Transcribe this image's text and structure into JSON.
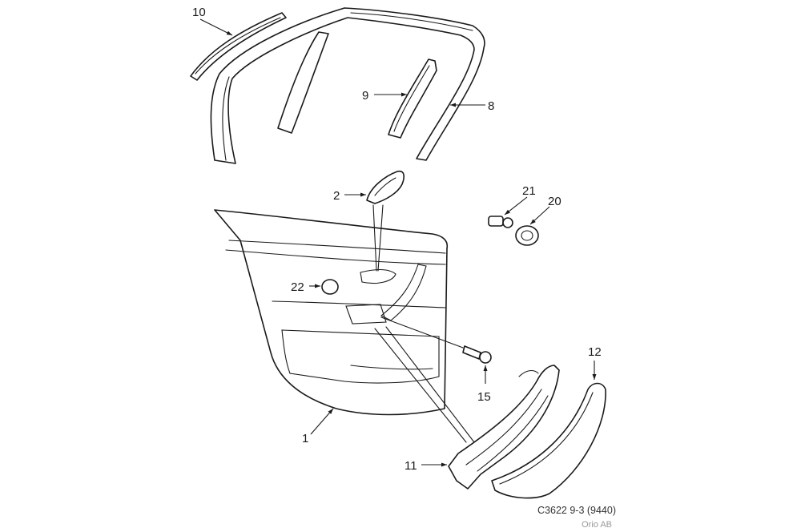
{
  "diagram": {
    "callouts": {
      "p1": "1",
      "p2": "2",
      "p8": "8",
      "p9": "9",
      "p10": "10",
      "p11": "11",
      "p12": "12",
      "p15": "15",
      "p20": "20",
      "p21": "21",
      "p22": "22"
    },
    "footer": {
      "code": "C3622 9-3 (9440)",
      "copyright": "Orio AB"
    }
  }
}
